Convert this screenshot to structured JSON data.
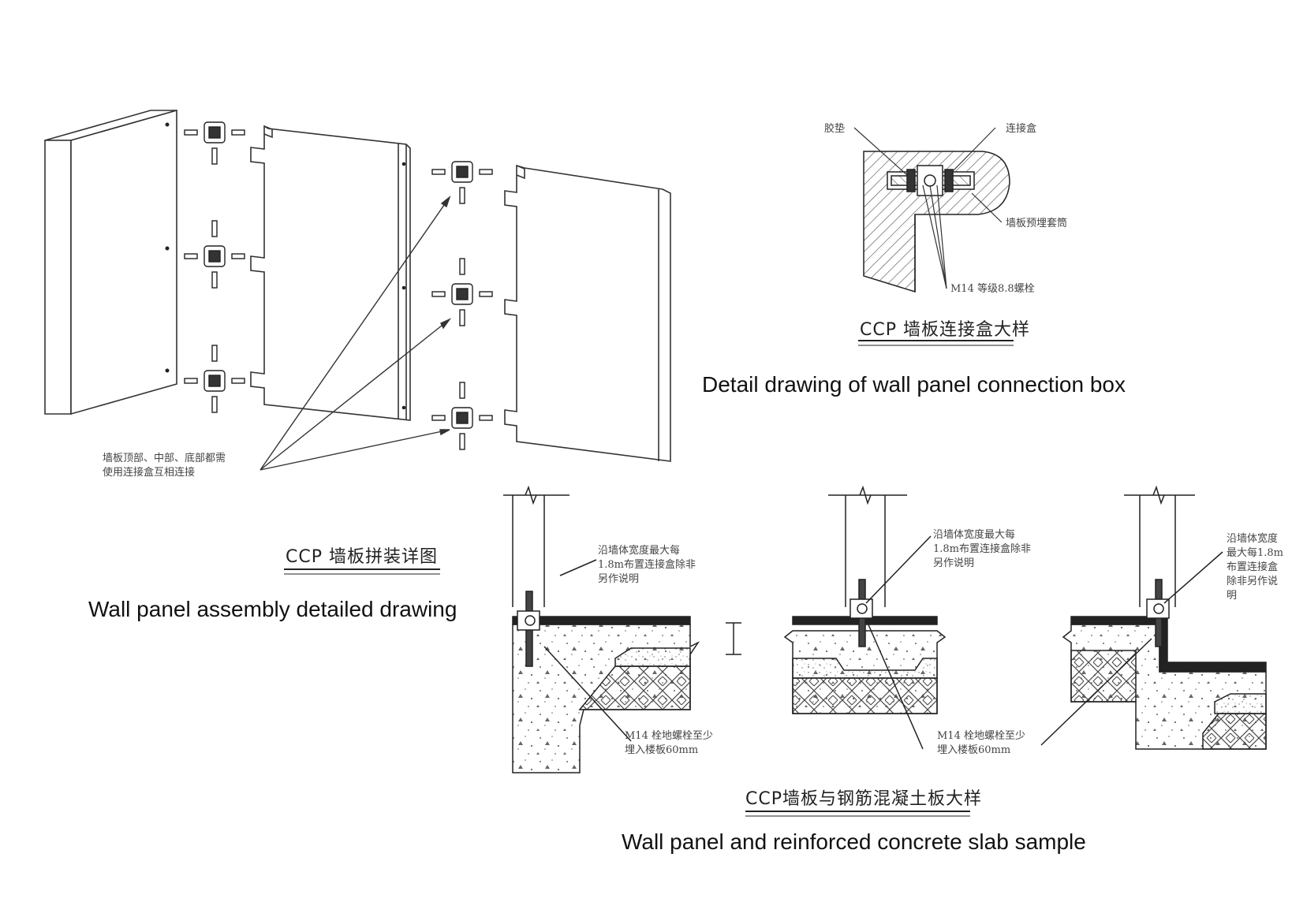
{
  "assembly": {
    "note": "墙板顶部、中部、底部都需\n使用连接盒互相连接",
    "title_cn": "CCP 墙板拼装详图",
    "caption_en": "Wall panel assembly detailed drawing"
  },
  "connection_box": {
    "label_gasket": "胶垫",
    "label_box": "连接盒",
    "label_sleeve": "墙板预埋套筒",
    "label_bolt": "M14 等级8.8螺栓",
    "title_cn": "CCP 墙板连接盒大样",
    "caption_en": "Detail drawing of wall panel connection box"
  },
  "slab": {
    "note_1": "沿墙体宽度最大每\n1.8m布置连接盒除非\n另作说明",
    "note_2": "沿墙体宽度最大每\n1.8m布置连接盒除非\n另作说明",
    "note_3": "沿墙体宽度\n最大每1.8m\n布置连接盒\n除非另作说\n明",
    "bolt_note_1": "M14 栓地螺栓至少\n埋入楼板60mm",
    "bolt_note_2": "M14 栓地螺栓至少\n埋入楼板60mm",
    "title_cn": "CCP墙板与钢筋混凝土板大样",
    "caption_en": "Wall panel and reinforced concrete slab sample"
  }
}
